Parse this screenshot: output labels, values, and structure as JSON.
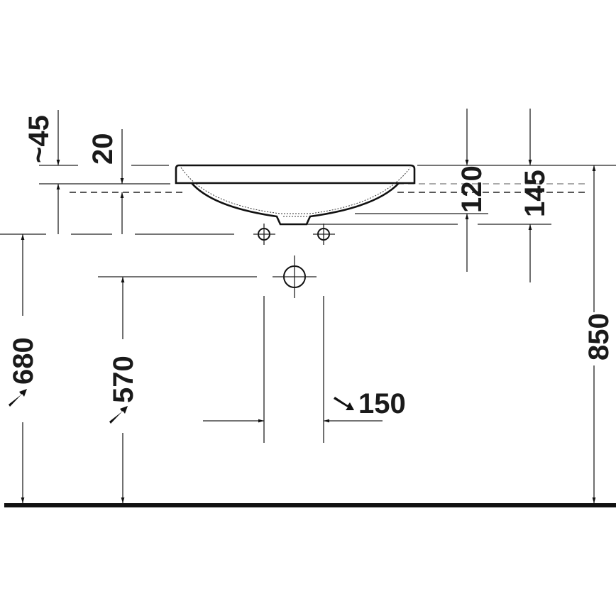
{
  "drawing": {
    "title": "Washbasin installation dimensions (side elevation)",
    "units": "mm",
    "colors": {
      "line": "#111111",
      "background": "#ffffff"
    },
    "dimensions": {
      "rim_overhang": "~45",
      "rim_thickness": "20",
      "bowl_depth": "120",
      "outlet_depth": "145",
      "installation_height": "850",
      "supply_height": "680",
      "drain_height": "570",
      "supply_spacing": "150"
    }
  }
}
